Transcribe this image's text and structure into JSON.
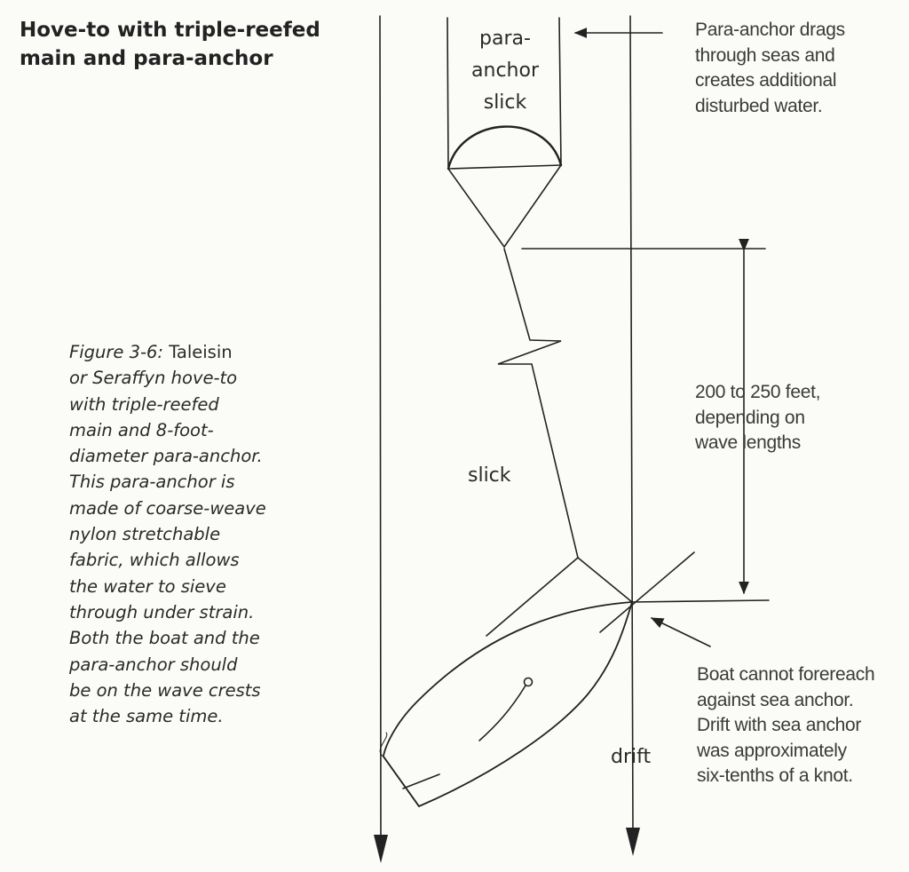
{
  "title": {
    "line1": "Hove-to with triple-reefed",
    "line2": "main and para-anchor"
  },
  "caption": {
    "fig_label": "Figure 3-6:",
    "lines": [
      "Taleisin",
      "or Seraffyn",
      "hove-to",
      "with triple-reefed",
      "main and 8-foot-",
      "diameter para-anchor.",
      "This para-anchor is",
      "made of coarse-weave",
      "nylon stretchable",
      "fabric, which allows",
      "the water to sieve",
      "through under strain.",
      "Both the boat and the",
      "para-anchor should",
      "be on the wave crests",
      "at the same time."
    ]
  },
  "labels": {
    "slick_box": [
      "para-",
      "anchor",
      "slick"
    ],
    "slick": "slick",
    "drift": "drift"
  },
  "notes": {
    "para_anchor": [
      "Para-anchor drags",
      "through seas and",
      "creates additional",
      "disturbed water."
    ],
    "distance": [
      "200 to 250 feet,",
      "depending on",
      "wave lengths"
    ],
    "boat": [
      "Boat cannot forereach",
      "against sea anchor.",
      "Drift with sea anchor",
      "was approximately",
      "six-tenths of a knot."
    ]
  }
}
